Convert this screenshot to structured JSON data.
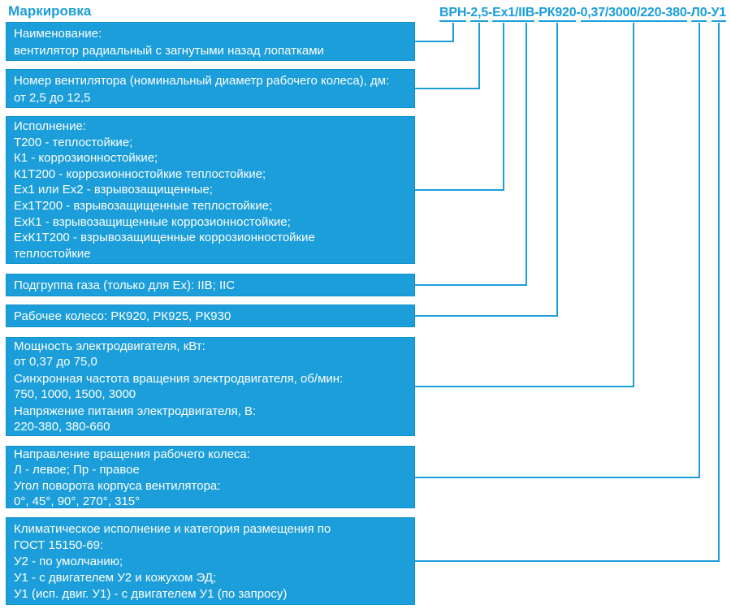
{
  "title": "Маркировка",
  "colors": {
    "accent": "#1b9ed9",
    "box_border": "#1191cc",
    "box_text": "#ffffff",
    "background": "#ffffff"
  },
  "code": {
    "full": "ВРН-2,5-Ex1/IIВ-РК920-0,37/3000/220-380-Л0-У1",
    "segments": [
      {
        "text": "ВРН",
        "underline": true,
        "id": "seg-vrn"
      },
      {
        "text": "-",
        "underline": false
      },
      {
        "text": "2,5",
        "underline": true,
        "id": "seg-num"
      },
      {
        "text": "-",
        "underline": false
      },
      {
        "text": "Ex1",
        "underline": true,
        "id": "seg-exec"
      },
      {
        "text": "/",
        "underline": true
      },
      {
        "text": "IIВ",
        "underline": true,
        "id": "seg-gas"
      },
      {
        "text": "-",
        "underline": false
      },
      {
        "text": "РК920",
        "underline": true,
        "id": "seg-impeller"
      },
      {
        "text": "-",
        "underline": false
      },
      {
        "text": "0,37/3000/220-380",
        "underline": true,
        "id": "seg-motor"
      },
      {
        "text": "-",
        "underline": false
      },
      {
        "text": "Л0",
        "underline": true,
        "id": "seg-rotation"
      },
      {
        "text": "-",
        "underline": false
      },
      {
        "text": "У1",
        "underline": true,
        "id": "seg-climate"
      }
    ]
  },
  "boxes": [
    {
      "name": "name",
      "anchor": "seg-vrn",
      "paragraphs": [
        [
          "Наименование:",
          "вентилятор радиальный с загнутыми назад лопатками"
        ]
      ]
    },
    {
      "name": "number",
      "anchor": "seg-num",
      "paragraphs": [
        [
          "Номер вентилятора (номинальный диаметр рабочего колеса), дм:",
          "от 2,5 до 12,5"
        ]
      ]
    },
    {
      "name": "execution",
      "anchor": "seg-exec",
      "paragraphs": [
        [
          "Исполнение:",
          "Т200 - теплостойкие;",
          "К1 - коррозионностойкие;",
          "К1Т200 - коррозионностойкие теплостойкие;",
          "Ex1 или Ex2 - взрывозащищенные;",
          "Ex1Т200 - взрывозащищенные теплостойкие;",
          "ExК1 - взрывозащищенные коррозионностойкие;",
          "ExК1Т200 - взрывозащищенные коррозионностойкие",
          "теплостойкие"
        ]
      ]
    },
    {
      "name": "gas-subgroup",
      "anchor": "seg-gas",
      "paragraphs": [
        [
          "Подгруппа газа (только для Ex): IIВ; IIС"
        ]
      ]
    },
    {
      "name": "impeller",
      "anchor": "seg-impeller",
      "paragraphs": [
        [
          "Рабочее колесо: РК920, РК925, РК930"
        ]
      ]
    },
    {
      "name": "motor",
      "anchor": "seg-motor",
      "paragraphs": [
        [
          "Мощность электродвигателя, кВт:",
          "от 0,37 до 75,0"
        ],
        [
          "Синхронная частота вращения электродвигателя, об/мин:",
          "750, 1000, 1500, 3000"
        ],
        [
          "Напряжение питания электродвигателя, В:",
          "220-380, 380-660"
        ]
      ]
    },
    {
      "name": "rotation-angle",
      "anchor": "seg-rotation",
      "paragraphs": [
        [
          "Направление вращения рабочего колеса:",
          "Л - левое; Пр - правое"
        ],
        [
          "Угол поворота корпуса вентилятора:",
          "0°, 45°, 90°, 270°, 315°"
        ]
      ]
    },
    {
      "name": "climate",
      "anchor": "seg-climate",
      "paragraphs": [
        [
          "Климатическое исполнение и категория размещения по",
          "ГОСТ 15150-69:",
          "У2 - по умолчанию;",
          "У1 - с двигателем У2 и кожухом ЭД;",
          "У1 (исп. двиг. У1) - с двигателем У1 (по запросу)"
        ]
      ]
    }
  ]
}
